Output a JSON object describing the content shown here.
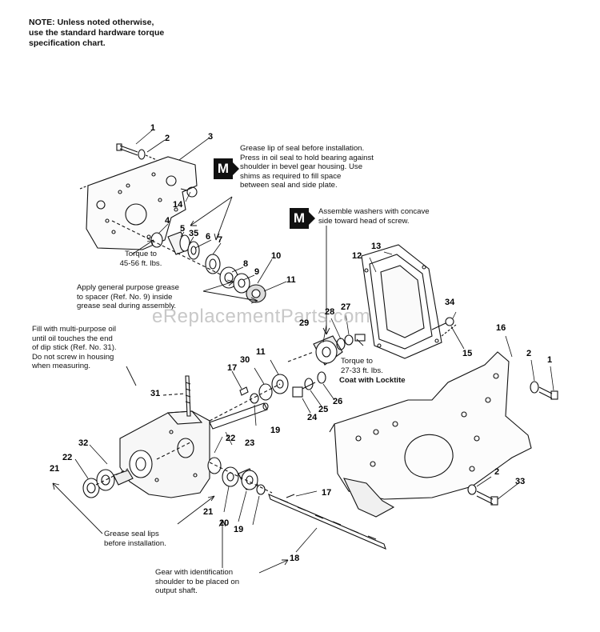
{
  "note": {
    "lines": [
      "NOTE: Unless noted otherwise,",
      "use the standard hardware torque",
      "specification chart."
    ]
  },
  "badges": {
    "m_label": "M"
  },
  "watermark": "eReplacementParts.com",
  "instructions": {
    "grease_seal_lines": [
      "Grease lip of seal before installation.",
      "Press in oil seal to hold bearing against",
      "shoulder in bevel gear housing. Use",
      "shims as required to fill space",
      "between seal and side plate."
    ],
    "washers_lines": [
      "Assemble washers with concave",
      "side toward head of screw."
    ],
    "torque_45_lines": [
      "Torque to",
      "45-56 ft. lbs."
    ],
    "grease_spacer_lines": [
      "Apply general purpose grease",
      "to spacer (Ref. No. 9) inside",
      "grease seal during assembly."
    ],
    "fill_oil_lines": [
      "Fill with multi-purpose oil",
      "until oil touches the end",
      "of dip stick (Ref. No. 31).",
      "Do not screw in housing",
      "when measuring."
    ],
    "torque_27_lines": [
      "Torque to",
      "27-33 ft. lbs."
    ],
    "locktite": "Coat with Locktite",
    "grease_lips_lines": [
      "Grease seal lips",
      "before installation."
    ],
    "gear_id_lines": [
      "Gear with identification",
      "shoulder to be placed on",
      "output shaft."
    ]
  },
  "callouts": {
    "c1a": "1",
    "c2a": "2",
    "c3": "3",
    "c14": "14",
    "c4": "4",
    "c5": "5",
    "c35": "35",
    "c6": "6",
    "c7": "7",
    "c8": "8",
    "c9": "9",
    "c10": "10",
    "c11a": "11",
    "c12": "12",
    "c13": "13",
    "c34": "34",
    "c15": "15",
    "c28": "28",
    "c27": "27",
    "c29": "29",
    "c16": "16",
    "c2b": "2",
    "c1b": "1",
    "c17a": "17",
    "c30": "30",
    "c11b": "11",
    "c31": "31",
    "c19a": "19",
    "c24": "24",
    "c25": "25",
    "c26": "26",
    "c23": "23",
    "c22a": "22",
    "c32": "32",
    "c22b": "22",
    "c21a": "21",
    "c21b": "21",
    "c20": "20",
    "c19b": "19",
    "c17b": "17",
    "c2c": "2",
    "c33": "33",
    "c18": "18"
  }
}
